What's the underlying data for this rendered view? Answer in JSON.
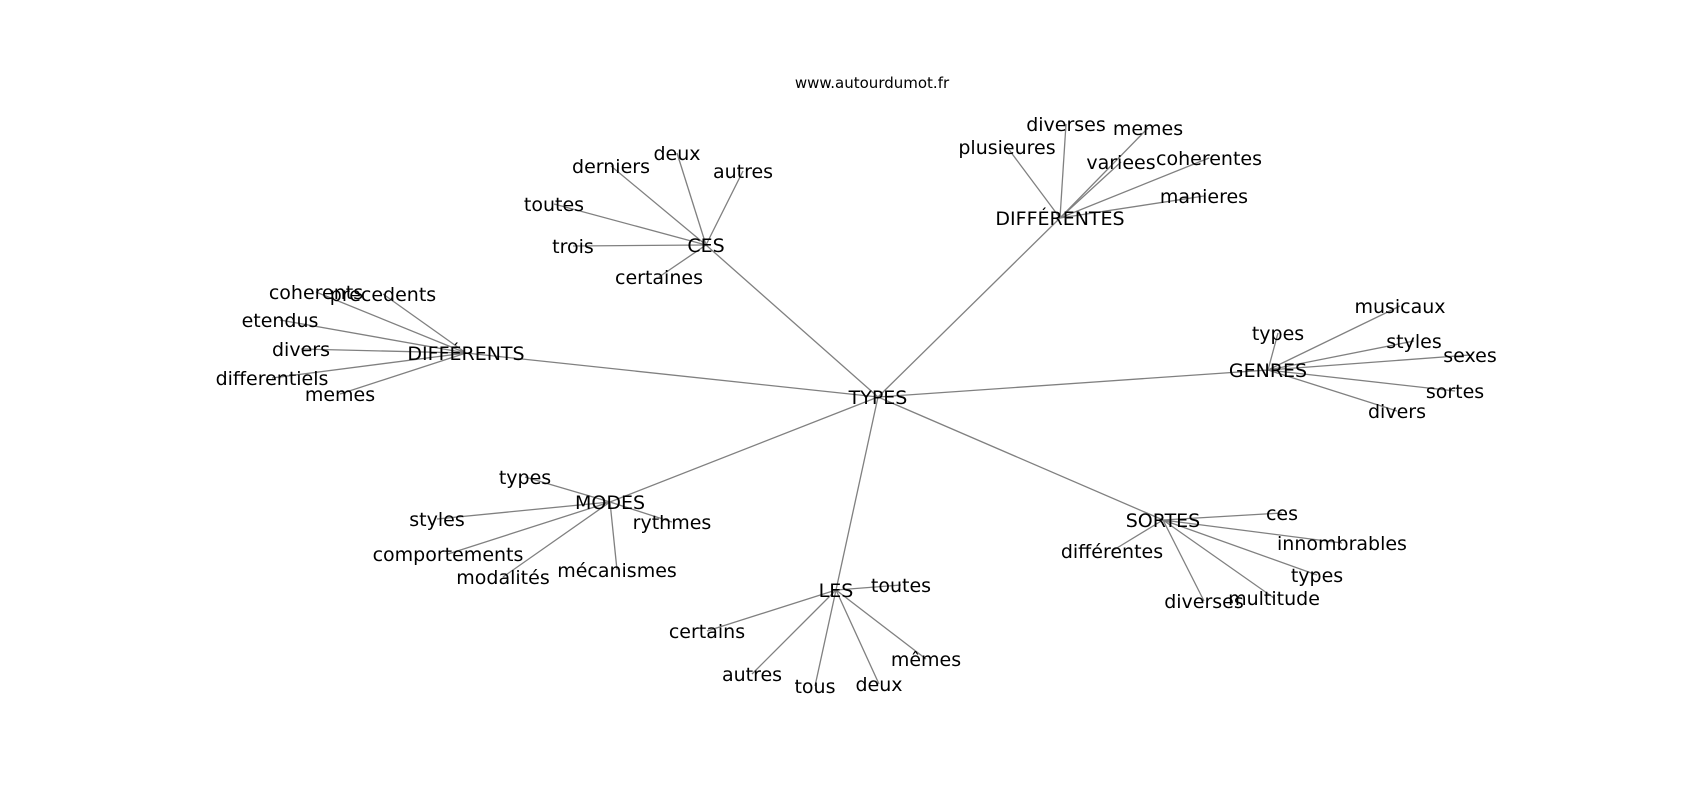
{
  "site": "www.autourdumot.fr",
  "center": "TYPES",
  "clusters": [
    {
      "hub": "CES",
      "words": [
        "deux",
        "derniers",
        "autres",
        "toutes",
        "trois",
        "certaines"
      ]
    },
    {
      "hub": "DIFFÉRENTES",
      "words": [
        "diverses",
        "memes",
        "plusieures",
        "variees",
        "coherentes",
        "manieres"
      ]
    },
    {
      "hub": "DIFFÉRENTS",
      "words": [
        "coherents",
        "precedents",
        "etendus",
        "divers",
        "differentiels",
        "memes"
      ]
    },
    {
      "hub": "GENRES",
      "words": [
        "musicaux",
        "types",
        "styles",
        "sexes",
        "sortes",
        "divers"
      ]
    },
    {
      "hub": "MODES",
      "words": [
        "types",
        "styles",
        "rythmes",
        "comportements",
        "modalités",
        "mécanismes"
      ]
    },
    {
      "hub": "SORTES",
      "words": [
        "ces",
        "différentes",
        "innombrables",
        "types",
        "diverses",
        "multitude"
      ]
    },
    {
      "hub": "LES",
      "words": [
        "toutes",
        "certains",
        "mêmes",
        "autres",
        "tous",
        "deux"
      ]
    }
  ]
}
